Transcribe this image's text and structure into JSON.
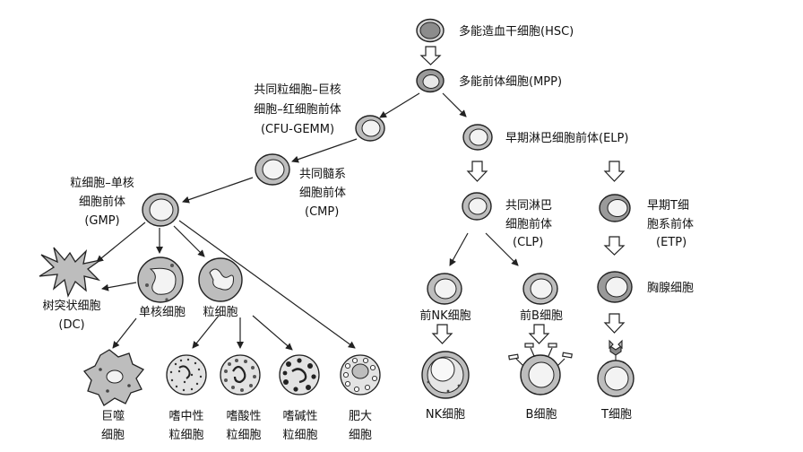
{
  "labels": {
    "hsc": "多能造血干细胞(HSC)",
    "mpp": "多能前体细胞(MPP)",
    "cfu_gemm": [
      "共同粒细胞–巨核",
      "细胞–红细胞前体",
      "(CFU-GEMM)"
    ],
    "elp": "早期淋巴细胞前体(ELP)",
    "cmp": [
      "共同髓系",
      "细胞前体",
      "(CMP)"
    ],
    "gmp": [
      "粒细胞–单核",
      "细胞前体",
      "(GMP)"
    ],
    "clp": [
      "共同淋巴",
      "细胞前体",
      "(CLP)"
    ],
    "etp": [
      "早期T细",
      "胞系前体",
      "(ETP)"
    ],
    "dc": [
      "树突状细胞",
      "(DC)"
    ],
    "monocyte": "单核细胞",
    "granulocyte": "粒细胞",
    "thymocyte": "胸腺细胞",
    "pre_nk": "前NK细胞",
    "pre_b": "前B细胞",
    "macrophage": [
      "巨噬",
      "细胞"
    ],
    "neutrophil": [
      "嗜中性",
      "粒细胞"
    ],
    "eosinophil": [
      "嗜酸性",
      "粒细胞"
    ],
    "basophil": [
      "嗜碱性",
      "粒细胞"
    ],
    "mast": [
      "肥大",
      "细胞"
    ],
    "nk": "NK细胞",
    "b": "B细胞",
    "t": "T细胞"
  },
  "colors": {
    "stroke": "#222222",
    "outer_fill": "#bdbdbd",
    "inner_fill": "#f3f3f3",
    "hsc_fill": "#8c8c8c"
  }
}
